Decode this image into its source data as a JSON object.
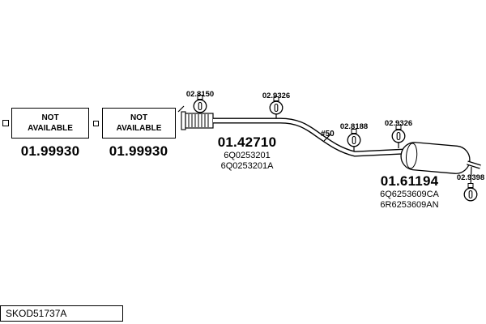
{
  "diagram": {
    "footer_code": "SKOD51737A"
  },
  "left_parts": [
    {
      "availability": [
        "NOT",
        "AVAILABLE"
      ],
      "part_number": "01.99930"
    },
    {
      "availability": [
        "NOT",
        "AVAILABLE"
      ],
      "part_number": "01.99930"
    }
  ],
  "center_section": {
    "part_number": "01.42710",
    "oe_numbers": [
      "6Q0253201",
      "6Q0253201A"
    ],
    "pipe_diameter": "#50"
  },
  "rear_section": {
    "part_number": "01.61194",
    "oe_numbers": [
      "6Q6253609CA",
      "6R6253609AN"
    ]
  },
  "mounts": [
    {
      "part_number": "02.8150"
    },
    {
      "part_number": "02.9326"
    },
    {
      "part_number": "02.8188"
    },
    {
      "part_number": "02.9326"
    },
    {
      "part_number": "02.9398"
    }
  ],
  "colors": {
    "ink": "#000000",
    "background": "#ffffff"
  }
}
